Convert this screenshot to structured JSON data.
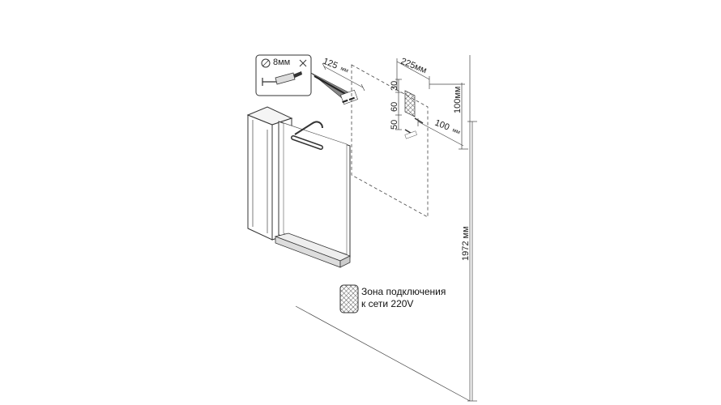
{
  "drill_icon": {
    "diameter_label": "8мм"
  },
  "dimensions": {
    "offset_125": "125",
    "offset_125_unit": "мм",
    "width_225": "225мм",
    "height_100": "100мм",
    "side_60": "60",
    "side_30": "30",
    "side_50": "50",
    "horiz_100": "100",
    "horiz_100_unit": "мм",
    "total_height": "1972 мм"
  },
  "legend": {
    "line1": "Зона подключения",
    "line2": "к сети 220V"
  },
  "colors": {
    "stroke": "#333333",
    "background": "#ffffff"
  }
}
